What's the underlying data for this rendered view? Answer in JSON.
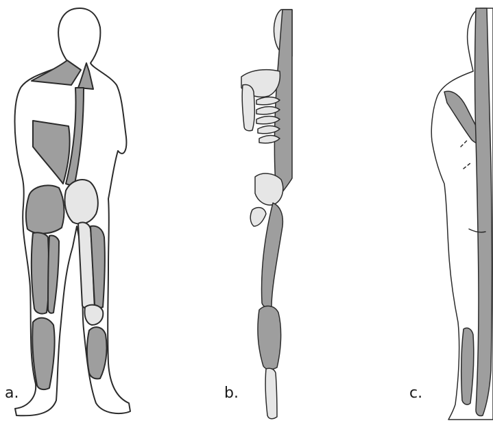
{
  "panels": [
    {
      "label": "a."
    },
    {
      "label": "b."
    },
    {
      "label": "c."
    }
  ],
  "colors": {
    "muscle": "#9e9e9e",
    "muscle_light": "#bdbdbd",
    "bone": "#e6e6e6",
    "skin": "#ffffff",
    "outline": "#2b2b2b",
    "background": "#ffffff"
  }
}
